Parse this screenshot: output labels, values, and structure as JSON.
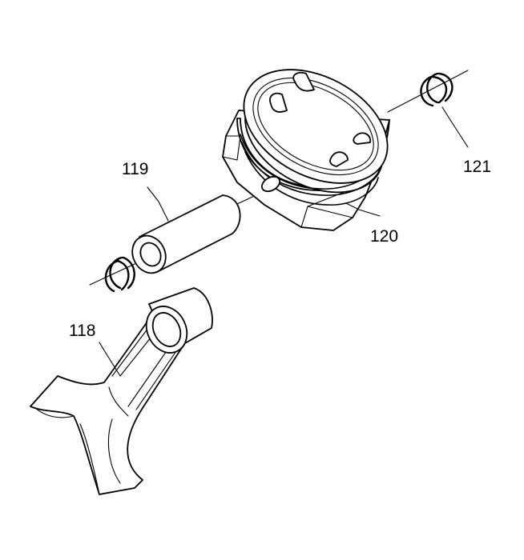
{
  "callouts": {
    "retainer_right": "121",
    "pin": "119",
    "piston": "120",
    "rod": "118"
  }
}
